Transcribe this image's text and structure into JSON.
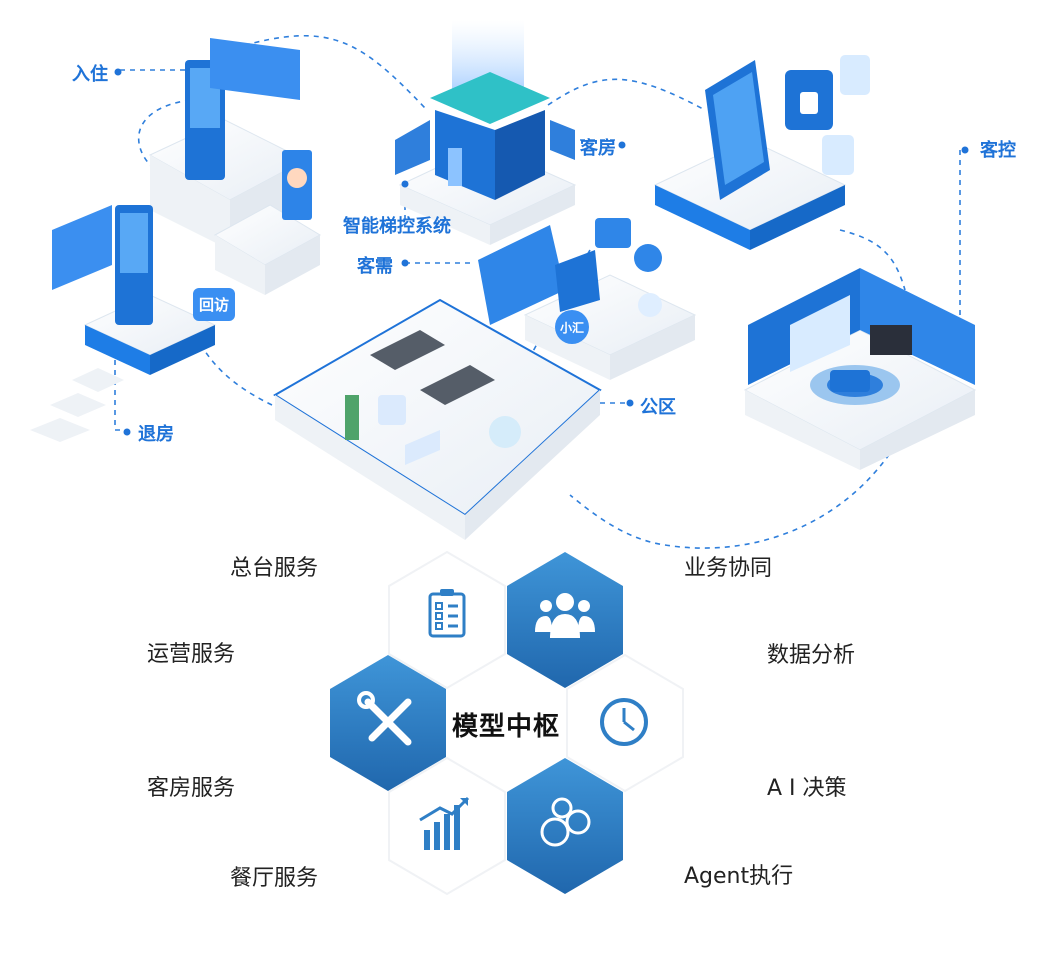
{
  "labels": {
    "checkin": "入住",
    "checkout": "退房",
    "elevator": "智能梯控系统",
    "guest_needs": "客需",
    "room": "客房",
    "room_control": "客控",
    "public_area": "公区"
  },
  "badges": {
    "revisit": "回访",
    "xiaohui": "小汇"
  },
  "hub": {
    "title": "模型中枢",
    "left_items": [
      "总台服务",
      "运营服务",
      "客房服务",
      "餐厅服务"
    ],
    "right_items": [
      "业务协同",
      "数据分析",
      "A I 决策",
      "Agent执行"
    ]
  },
  "colors": {
    "accent_blue": "#1f73d8",
    "hex_blue": "#2f7fc6",
    "dash_line": "#2f7fdc"
  }
}
